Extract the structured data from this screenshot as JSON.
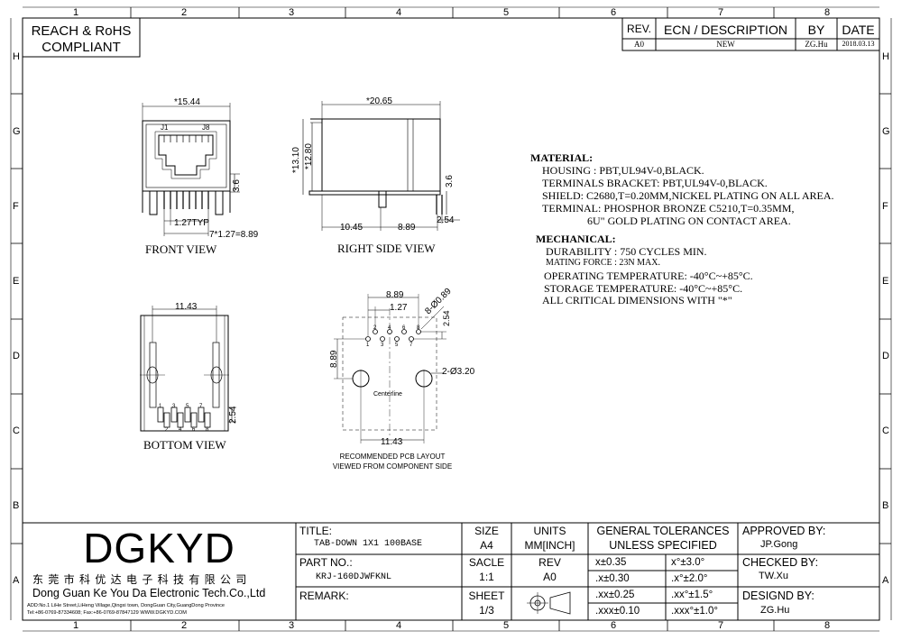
{
  "frame": {
    "col_labels": [
      "1",
      "2",
      "3",
      "4",
      "5",
      "6",
      "7",
      "8"
    ],
    "row_labels": [
      "H",
      "G",
      "F",
      "E",
      "D",
      "C",
      "B",
      "A"
    ]
  },
  "compliance": {
    "line1": "REACH & RoHS",
    "line2": "COMPLIANT"
  },
  "revision": {
    "headers": {
      "rev": "REV.",
      "ecn": "ECN / DESCRIPTION",
      "by": "BY",
      "date": "DATE"
    },
    "row": {
      "rev": "A0",
      "ecn": "NEW",
      "by": "ZG.Hu",
      "date": "2018.03.13"
    }
  },
  "front_view": {
    "title": "FRONT VIEW",
    "dim_width": "*15.44",
    "pin_first": "J1",
    "pin_last": "J8",
    "dim_height": "3.6",
    "dim_pitch": "1.27TYP",
    "dim_span": "7*1.27=8.89"
  },
  "right_view": {
    "title": "RIGHT SIDE VIEW",
    "dim_length": "*20.65",
    "dim_h1": "*13.10",
    "dim_h2": "*12.80",
    "dim_pin": "3.6",
    "dim_a": "10.45",
    "dim_b": "8.89",
    "dim_c": "2.54"
  },
  "bottom_view": {
    "title": "BOTTOM VIEW",
    "dim_width": "11.43",
    "dim_pitch": "2.54",
    "pin_top": [
      "1",
      "3",
      "5",
      "7"
    ],
    "pin_bottom": [
      "2",
      "4",
      "6",
      "8"
    ]
  },
  "pcb_layout": {
    "caption1": "RECOMMENDED PCB LAYOUT",
    "caption2": "VIEWED FROM COMPONENT SIDE",
    "dim_span": "8.89",
    "dim_pitch": "1.27",
    "dim_hole": "8-Ø0.89",
    "dim_row": "2.54",
    "dim_offset": "8.89",
    "dim_post": "2-Ø3.20",
    "dim_post_span": "11.43",
    "centerline": "Centerline",
    "pins_top": [
      "2",
      "4",
      "6",
      "8"
    ],
    "pins_bottom": [
      "1",
      "3",
      "5",
      "7"
    ]
  },
  "notes": {
    "material_title": "MATERIAL:",
    "material": [
      "HOUSING : PBT,UL94V-0,BLACK.",
      "TERMINALS BRACKET: PBT,UL94V-0,BLACK.",
      "SHIELD: C2680,T=0.20MM,NICKEL PLATING ON ALL AREA.",
      "TERMINAL: PHOSPHOR BRONZE C5210,T=0.35MM,",
      "6U\" GOLD PLATING ON CONTACT AREA."
    ],
    "mechanical_title": "MECHANICAL:",
    "mechanical": [
      "DURABILITY : 750 CYCLES MIN.",
      "MATING FORCE : 23N MAX.",
      "OPERATING TEMPERATURE: -40°C~+85°C.",
      "STORAGE TEMPERATURE: -40°C~+85°C.",
      "ALL CRITICAL DIMENSIONS WITH \"*\""
    ]
  },
  "title_block": {
    "logo": "DGKYD",
    "company_cn": "东 莞 市 科 优 达 电 子 科 技 有 限 公 司",
    "company_en": "Dong Guan Ke You Da Electronic Tech.Co.,Ltd",
    "address": "ADD:No.1 LiHe Street,LiHeng Village,Qingxi town, DongGuan City,GuangDong Province",
    "contact": "Tel:+86-0769-87334608; Fax:+86-0769-87847129  WWW.DGKYD.COM",
    "title_label": "TITLE:",
    "title_value": "TAB-DOWN 1X1 100BASE",
    "part_label": "PART NO.:",
    "part_value": "KRJ-160DJWFKNL",
    "remark_label": "REMARK:",
    "size_label": "SIZE",
    "size_value": "A4",
    "scale_label": "SACLE",
    "scale_value": "1:1",
    "sheet_label": "SHEET",
    "sheet_value": "1/3",
    "units_label": "UNITS",
    "units_value": "MM[INCH]",
    "rev_label": "REV",
    "rev_value": "A0",
    "tol_line1": "GENERAL TOLERANCES",
    "tol_line2": "UNLESS SPECIFIED",
    "tol_linear": [
      "x±0.35",
      ".x±0.30",
      ".xx±0.25",
      ".xxx±0.10"
    ],
    "tol_angular": [
      "x°±3.0°",
      ".x°±2.0°",
      ".xx°±1.5°",
      ".xxx°±1.0°"
    ],
    "approved_label": "APPROVED BY:",
    "approved_value": "JP.Gong",
    "checked_label": "CHECKED BY:",
    "checked_value": "TW.Xu",
    "designed_label": "DESIGND BY:",
    "designed_value": "ZG.Hu"
  }
}
